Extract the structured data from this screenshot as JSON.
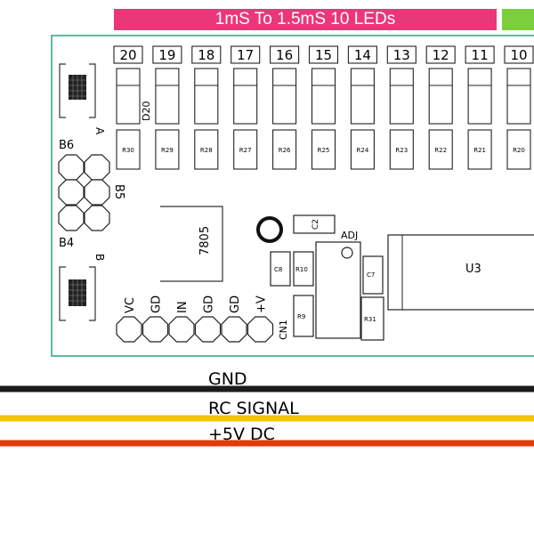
{
  "banner": {
    "title": "1mS To 1.5mS 10 LEDs"
  },
  "led_numbers": [
    "20",
    "19",
    "18",
    "17",
    "16",
    "15",
    "14",
    "13",
    "12",
    "11",
    "10"
  ],
  "resistors": [
    "R30",
    "R29",
    "R28",
    "R27",
    "R26",
    "R25",
    "R24",
    "R23",
    "R22",
    "R21",
    "R20"
  ],
  "labels": {
    "d20": "D20",
    "b6": "B6",
    "b5": "B5",
    "b4": "B4",
    "a": "A",
    "b": "B",
    "regulator": "7805",
    "c2": "C2",
    "adj": "ADJ",
    "c8": "C8",
    "r10": "R10",
    "c7": "C7",
    "r9": "R9",
    "r31": "R31",
    "u3": "U3",
    "cn1": "CN1"
  },
  "connector_pins": [
    "VC",
    "GD",
    "IN",
    "GD",
    "GD",
    "+V"
  ],
  "wires": [
    {
      "label": "GND",
      "color": "#1a1a1a"
    },
    {
      "label": "RC SIGNAL",
      "color": "#f3c300"
    },
    {
      "label": "+5V DC",
      "color": "#e23a0b"
    }
  ],
  "colors": {
    "board_outline": "#2aa57a",
    "banner": "#e8387a",
    "green_tab": "#7ccf3c"
  }
}
